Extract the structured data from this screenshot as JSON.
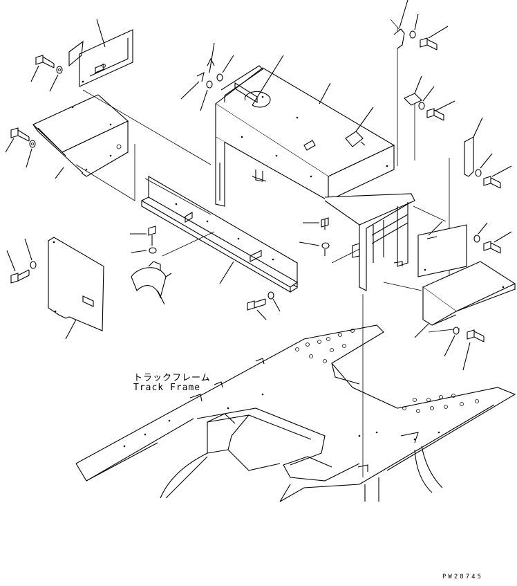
{
  "labels": {
    "track_frame_jp": "トラックフレーム",
    "track_frame_en": "Track Frame",
    "drawing_code": "PW28745"
  },
  "style": {
    "line_color": "#000000",
    "background": "#ffffff"
  }
}
